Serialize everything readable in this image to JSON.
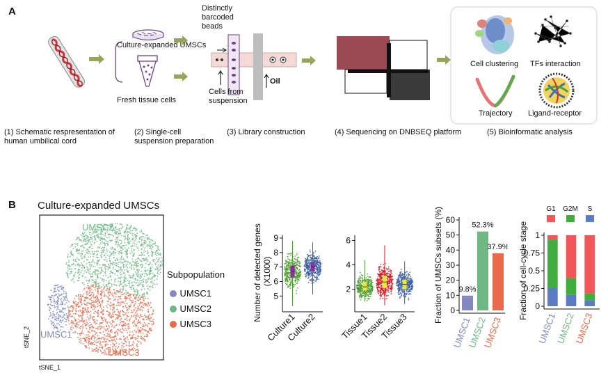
{
  "panel_a": {
    "letter": "A",
    "step_labels": [
      [
        "(1) Schematic respresentation of",
        "human umbilical cord"
      ],
      [
        "(2) Single-cell",
        "suspension preparation"
      ],
      [
        "(3) Library construction"
      ],
      [
        "(4) Sequencing on DNBSEQ platform"
      ],
      [
        "(5) Bioinformatic analysis"
      ]
    ],
    "culture_label": "Culture-expanded UMSCs",
    "fresh_label": "Fresh tissue cells",
    "beads_label": [
      "Distinctly",
      "barcoded",
      "beads"
    ],
    "cells_label": [
      "Cells from",
      "suspension"
    ],
    "oil_label": "Oil",
    "analysis": {
      "clustering": "Cell clustering",
      "tfs": "TFs interaction",
      "trajectory": "Trajectory",
      "ligand": "Ligand-receptor"
    },
    "colors": {
      "arrow": "#9aa35a",
      "cord_red": "#c9343a",
      "tube_purple": "#6d3f8e",
      "seq_red": "#9b4a55"
    }
  },
  "panel_b": {
    "letter": "B",
    "title": "Culture-expanded UMSCs",
    "tsne": {
      "x_label": "tSNE_1",
      "y_label": "tSNE_2",
      "legend_title": "Subpopulation",
      "clusters": [
        {
          "name": "UMSC1",
          "color": "#8189bf"
        },
        {
          "name": "UMSC2",
          "color": "#6fb884"
        },
        {
          "name": "UMSC3",
          "color": "#ec6a4c"
        }
      ]
    }
  },
  "chart_data": [
    {
      "type": "violin",
      "ylabel": "Number of detected genes",
      "ylabel_unit": "(X1000)",
      "ylim": [
        4.2,
        9.0
      ],
      "yticks": [
        5,
        6,
        7,
        8,
        9
      ],
      "categories": [
        "Culture1",
        "Culture2"
      ],
      "colors": [
        "#4f9c2e",
        "#3c5fa0"
      ],
      "box_colors": [
        "#8a2f9e",
        "#8a2f9e"
      ],
      "range": [
        [
          4.3,
          8.8
        ],
        [
          5.1,
          8.7
        ]
      ],
      "median": [
        6.7,
        7.0
      ],
      "q1": [
        6.3,
        6.7
      ],
      "q3": [
        7.1,
        7.3
      ]
    },
    {
      "type": "violin",
      "ylim": [
        0.5,
        6.2
      ],
      "yticks": [
        2,
        4,
        6
      ],
      "categories": [
        "Tissue1",
        "Tissue2",
        "Tissue3"
      ],
      "colors": [
        "#4f9c2e",
        "#d7151d",
        "#3c5fa0"
      ],
      "box_colors": [
        "#e8e83a",
        "#e8e83a",
        "#e8e83a"
      ],
      "range": [
        [
          1.0,
          4.4
        ],
        [
          0.7,
          5.6
        ],
        [
          0.8,
          4.3
        ]
      ],
      "median": [
        2.2,
        2.6,
        2.4
      ],
      "q1": [
        1.9,
        2.1,
        2.0
      ],
      "q3": [
        2.6,
        3.1,
        2.8
      ]
    },
    {
      "type": "bar",
      "ylabel": "Fraction of UMSCs subsets (%)",
      "ylim": [
        0,
        60
      ],
      "yticks": [
        0,
        10,
        20,
        30,
        40,
        50,
        60
      ],
      "categories": [
        "UMSC1",
        "UMSC2",
        "UMSC3"
      ],
      "values": [
        9.8,
        52.3,
        37.9
      ],
      "value_labels": [
        "9.8%",
        "52.3%",
        "37.9%"
      ],
      "colors": [
        "#8189bf",
        "#6fb884",
        "#ec6a4c"
      ]
    },
    {
      "type": "bar",
      "stacked": true,
      "ylabel": "Fraction of cell-cycle stage",
      "ylim": [
        0,
        1
      ],
      "yticks": [
        "0",
        "0.25",
        "0.5",
        "0.75",
        "1"
      ],
      "categories": [
        "UMSC1",
        "UMSC2",
        "UMSC3"
      ],
      "category_colors": [
        "#8189bf",
        "#6fb884",
        "#ec6a4c"
      ],
      "series": [
        {
          "name": "S",
          "color": "#5b7bc4",
          "values": [
            0.26,
            0.16,
            0.08
          ]
        },
        {
          "name": "G2M",
          "color": "#3fae3f",
          "values": [
            0.68,
            0.24,
            0.1
          ]
        },
        {
          "name": "G1",
          "color": "#f1565a",
          "values": [
            0.06,
            0.6,
            0.82
          ]
        }
      ],
      "legend_order": [
        "G1",
        "G2M",
        "S"
      ]
    }
  ]
}
